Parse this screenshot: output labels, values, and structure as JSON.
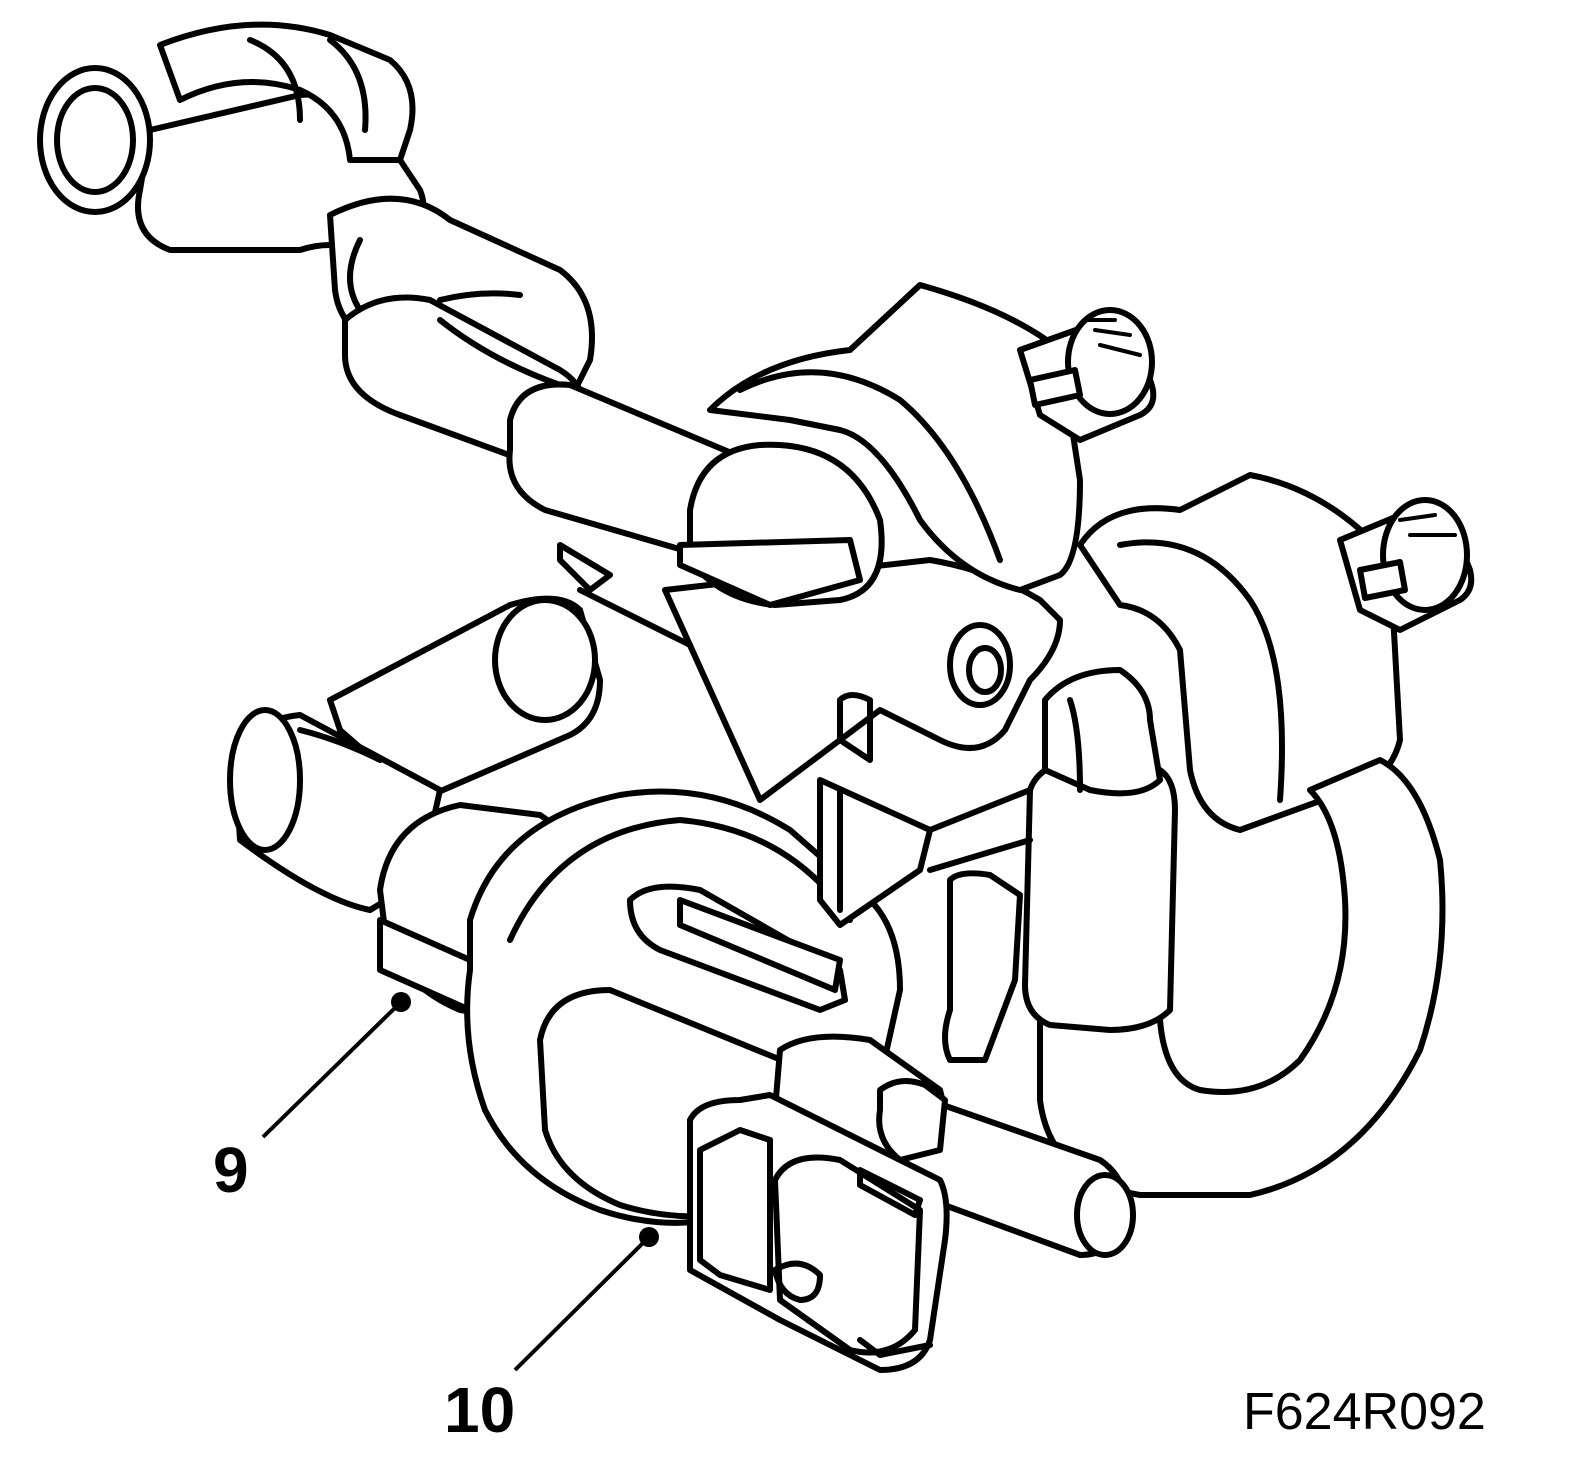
{
  "callouts": [
    {
      "id": "9",
      "text": "9"
    },
    {
      "id": "10",
      "text": "10"
    }
  ],
  "figure_code": "F624R092"
}
